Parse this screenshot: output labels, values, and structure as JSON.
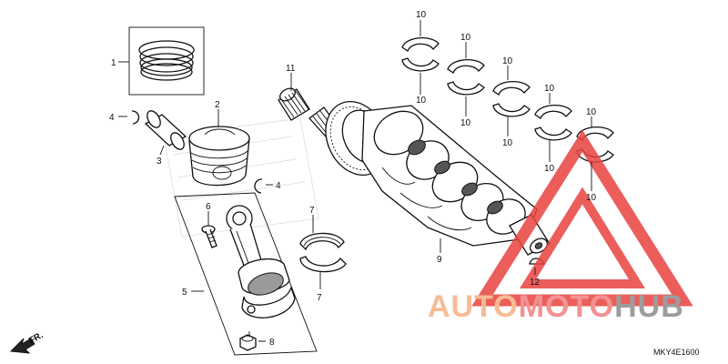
{
  "diagram": {
    "callouts": {
      "c1": "1",
      "c2": "2",
      "c3": "3",
      "c4a": "4",
      "c4b": "4",
      "c5": "5",
      "c6": "6",
      "c7a": "7",
      "c7b": "7",
      "c8": "8",
      "c9": "9",
      "c10a": "10",
      "c10b": "10",
      "c10c": "10",
      "c10d": "10",
      "c10e": "10",
      "c10f": "10",
      "c10g": "10",
      "c10h": "10",
      "c10i": "10",
      "c10j": "10",
      "c11": "11",
      "c12": "12"
    },
    "front_label": "FR.",
    "diagram_code": "MKY4E1600"
  },
  "watermark": {
    "auto": "AUTO",
    "moto": "MOTO",
    "hub": "HUB",
    "colors": {
      "auto": "#f5b183",
      "moto": "#f08080",
      "hub": "#8c8c8c",
      "triangle": "#e8423f"
    }
  }
}
